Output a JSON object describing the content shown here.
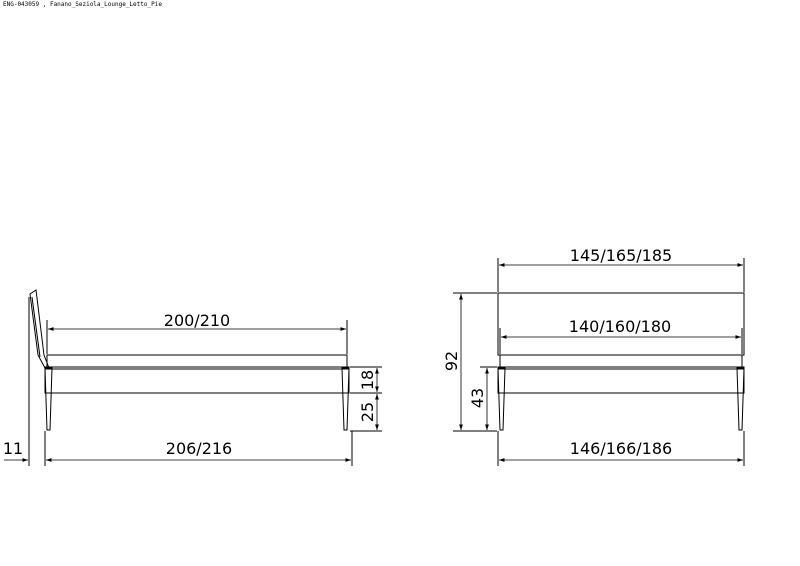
{
  "drawing": {
    "title": "ENG-043059 , Fanano_Seziola_Lounge_Letto_Pie"
  },
  "side_view": {
    "mattress_length": "200/210",
    "overall_length": "206/216",
    "headboard_offset": "11",
    "frame_height": "18",
    "leg_height": "25"
  },
  "front_view": {
    "top_width": "145/165/185",
    "inner_width": "140/160/180",
    "overall_width": "146/166/186",
    "total_height": "92",
    "seat_height": "43"
  }
}
